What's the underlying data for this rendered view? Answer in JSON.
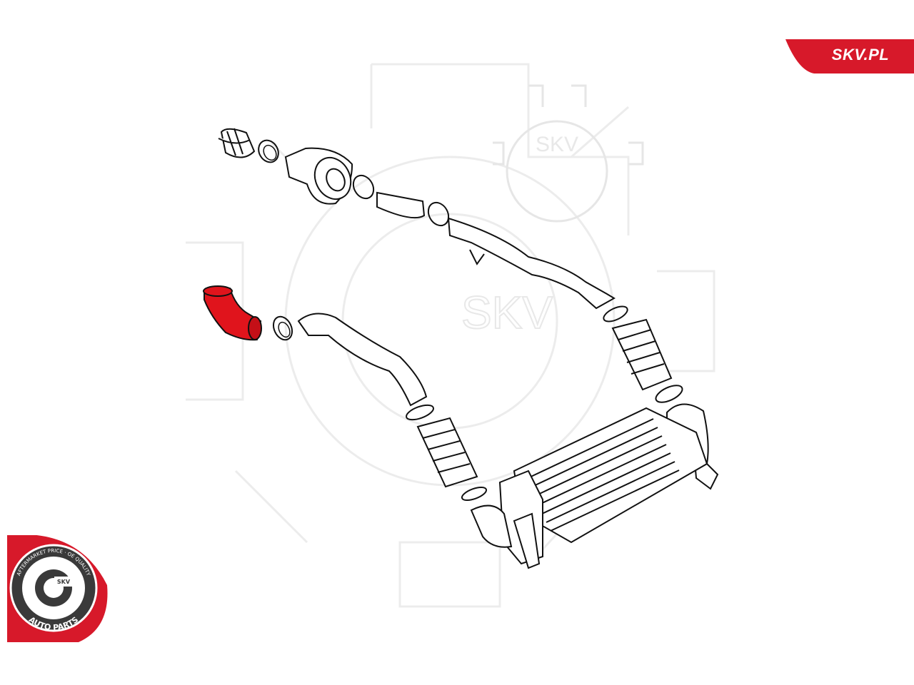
{
  "brand": {
    "site_label": "SKV.PL",
    "accent_color": "#d7192a",
    "watermark_text": "SKV"
  },
  "seal": {
    "ring_text": "AFTERMARKET PRICE · OE QUALITY",
    "bottom_text": "AUTO PARTS",
    "center_text": "SKV"
  },
  "diagram": {
    "highlighted_part": "intercooler-inlet-hose",
    "highlight_color": "#e0141c",
    "parts": [
      "turbo-outlet-fitting",
      "hose-clamp",
      "resonator",
      "hose-clamp",
      "connector-pipe",
      "hose-clamp",
      "upper-charge-pipe",
      "hose-clamp",
      "bellows-hose-right",
      "hose-clamp",
      "intercooler",
      "bellows-hose-left",
      "hose-clamp",
      "lower-charge-pipe",
      "hose-clamp",
      "intercooler-inlet-hose"
    ]
  }
}
